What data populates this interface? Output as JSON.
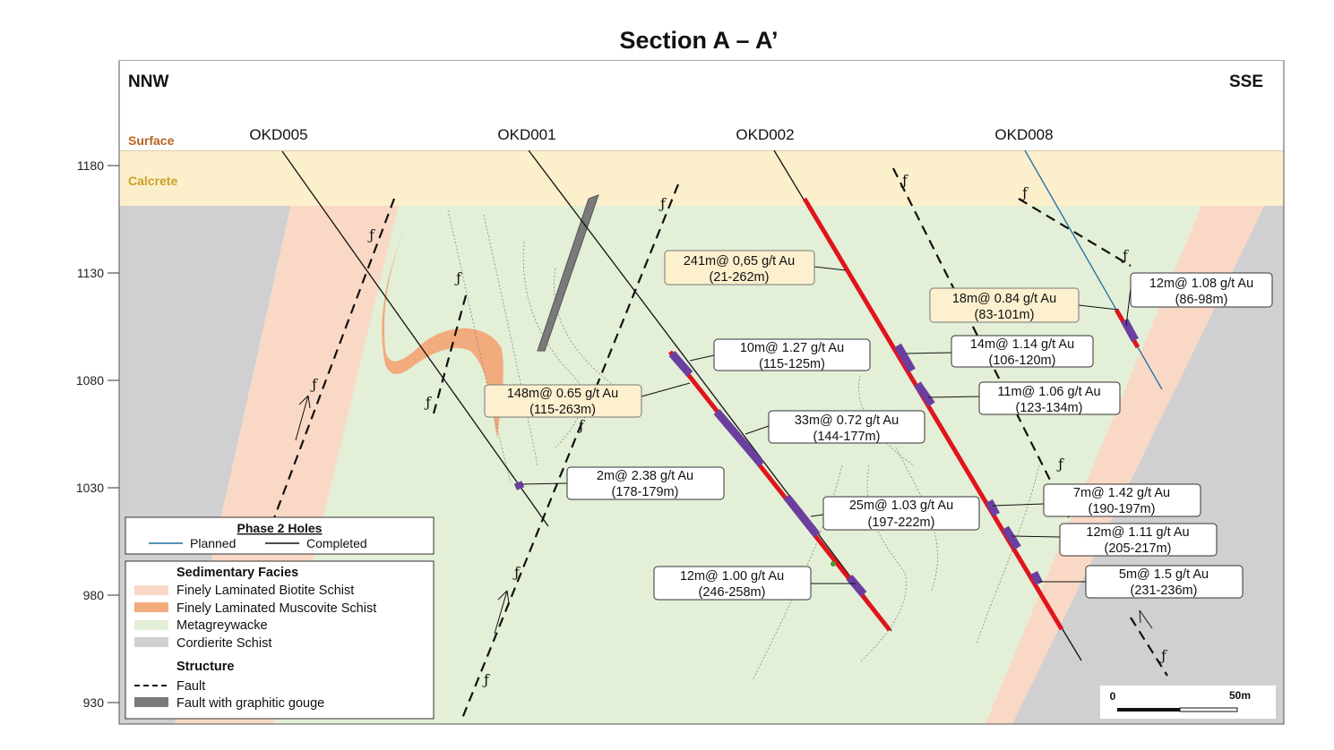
{
  "title": "Section A – A’",
  "orientation": {
    "left": "NNW",
    "right": "SSE"
  },
  "layers": {
    "surface": "Surface",
    "calcrete": "Calcrete"
  },
  "elevation_ticks": [
    "1180",
    "1130",
    "1080",
    "1030",
    "980",
    "930"
  ],
  "holes": [
    {
      "id": "OKD005",
      "status": "Completed"
    },
    {
      "id": "OKD001",
      "status": "Completed"
    },
    {
      "id": "OKD002",
      "status": "Completed"
    },
    {
      "id": "OKD008",
      "status": "Planned"
    }
  ],
  "intercepts": [
    {
      "grade": "241m@ 0,65 g/t Au",
      "interval": "(21-262m)",
      "style": "summary"
    },
    {
      "grade": "148m@ 0.65 g/t Au",
      "interval": "(115-263m)",
      "style": "summary"
    },
    {
      "grade": "18m@ 0.84 g/t Au",
      "interval": "(83-101m)",
      "style": "summary"
    },
    {
      "grade": "10m@ 1.27 g/t Au",
      "interval": "(115-125m)",
      "style": "detail"
    },
    {
      "grade": "33m@ 0.72 g/t Au",
      "interval": "(144-177m)",
      "style": "detail"
    },
    {
      "grade": "2m@ 2.38 g/t Au",
      "interval": "(178-179m)",
      "style": "detail"
    },
    {
      "grade": "25m@ 1.03 g/t Au",
      "interval": "(197-222m)",
      "style": "detail"
    },
    {
      "grade": "12m@ 1.00 g/t Au",
      "interval": "(246-258m)",
      "style": "detail"
    },
    {
      "grade": "12m@ 1.08 g/t Au",
      "interval": "(86-98m)",
      "style": "detail"
    },
    {
      "grade": "14m@ 1.14 g/t Au",
      "interval": "(106-120m)",
      "style": "detail"
    },
    {
      "grade": "11m@ 1.06 g/t Au",
      "interval": "(123-134m)",
      "style": "detail"
    },
    {
      "grade": "7m@ 1.42 g/t Au",
      "interval": "(190-197m)",
      "style": "detail"
    },
    {
      "grade": "12m@ 1.11 g/t Au",
      "interval": "(205-217m)",
      "style": "detail"
    },
    {
      "grade": "5m@ 1.5 g/t Au",
      "interval": "(231-236m)",
      "style": "detail"
    }
  ],
  "fault_symbol": "ƒ",
  "legend_holes": {
    "title": "Phase 2 Holes",
    "planned": "Planned",
    "completed": "Completed"
  },
  "legend_facies": {
    "title": "Sedimentary Facies",
    "items": [
      {
        "label": "Finely Laminated Biotite Schist",
        "color": "#f9d9c6"
      },
      {
        "label": "Finely Laminated Muscovite Schist",
        "color": "#f2ab7c"
      },
      {
        "label": "Metagreywacke",
        "color": "#e3efd7"
      },
      {
        "label": "Cordierite Schist",
        "color": "#d0cfd1"
      }
    ],
    "structure_title": "Structure",
    "structure_items": [
      {
        "label": "Fault",
        "kind": "dashed"
      },
      {
        "label": "Fault with graphitic gouge",
        "kind": "gouge"
      }
    ]
  },
  "scale": {
    "start": "0",
    "end": "50m"
  },
  "colors": {
    "calcrete": "#fcefcc",
    "metagreywacke": "#e3efd7",
    "biotite_schist": "#f9d9c6",
    "muscovite_schist": "#f2ab7c",
    "cordierite_schist": "#d0cfd1",
    "mineralised_trace": "#e0141b",
    "high_grade": "#6b3fa0",
    "planned_hole": "#1f6fa3",
    "surface_label": "#b5651d",
    "calcrete_label": "#c9a227"
  }
}
